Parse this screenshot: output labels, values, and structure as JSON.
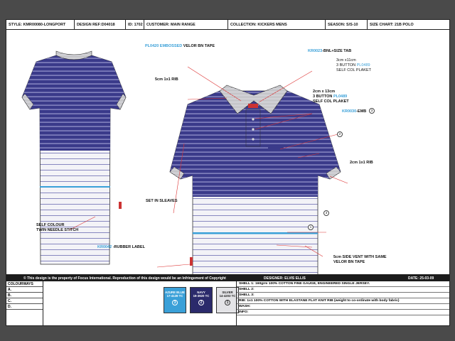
{
  "header": {
    "style": "STYLE: KMR00080-LONGPORT",
    "design_ref": "DESIGN REF:D04018",
    "id": "ID: 1702",
    "customer": "CUSTOMER: MAIN RANGE",
    "collection": "COLLECTION:  KICKERS MENS",
    "season": "SEASON:   S/S-10",
    "size_chart": "SIZE CHART: 21B POLO"
  },
  "labels": {
    "embossed_code": "PL0420 EMBOSSED",
    "embossed_rest": " VELOR BN TAPE",
    "bnl_code": "KR0023",
    "bnl_rest": "-BNL+SIZE TAB",
    "placket1": "3cm x11cm",
    "placket2_a": "3 BUTTON ",
    "placket2_code": "PL0489",
    "placket3": "SELF COL PLAKET",
    "rib_left": "5cm 1x1 RIB",
    "placket_b1": "2cm x 13cm",
    "placket_b2_a": "3 BUTTON ",
    "placket_b2_code": "PL0489",
    "placket_b3": "SELF COL PLAKET",
    "emb_code": "KR0030",
    "emb_rest": "-EMB",
    "cuff_rib": "2cm 1x1 RIB",
    "set_in": "SET IN SLEAVES",
    "self_colour_1": "SELF COLOUR",
    "self_colour_2": "TWIN NEEDLE STITCH",
    "rubber_code": "KR0042",
    "rubber_rest": " -RUBBER LABEL",
    "vent_1": "5cm SIDE VENT WITH SAME",
    "vent_2": "VELOR BN TAPE",
    "c1": "1",
    "c2": "2",
    "c3": "3",
    "c3b": "3"
  },
  "bottom": {
    "copyright": "© This design is the property of Focus International. Reproduction of this design would be an Infringement of Copyright",
    "designer": "DESIGNER: ELVIS ELLIS",
    "date": "DATE:  25-03-09",
    "colourways_title": "COLOURWAYS",
    "colourways": [
      "A.",
      "B.",
      "C.",
      "D."
    ],
    "swatches": [
      {
        "name": "AZURE BLUE",
        "code": "17-4139 TC",
        "num": "3",
        "color": "#3aa0d8",
        "text": "#fff"
      },
      {
        "name": "NAVY",
        "code": "19-3920 TC",
        "num": "2",
        "color": "#2b2a6b",
        "text": "#fff"
      },
      {
        "name": "SILVER",
        "code": "14-4203 TC",
        "num": "1",
        "color": "#e3e3e6",
        "text": "#222"
      }
    ],
    "specs": [
      "SHELL 1: 160grm 100% COTTON FINE GAUGE, ENGINEERED SINGLE JERSEY.",
      "SHELL 2:",
      "SHELL 3:",
      "RIB: 1x1 100% COTTON WITH ELASTANE FLAT KNIT RIB (weight to co-ordinate with body fabric)",
      "WASH:",
      "INFO:"
    ]
  },
  "colors": {
    "navy": "#3a3a8a",
    "azure": "#3aa0d8",
    "silver": "#e3e3e6"
  }
}
